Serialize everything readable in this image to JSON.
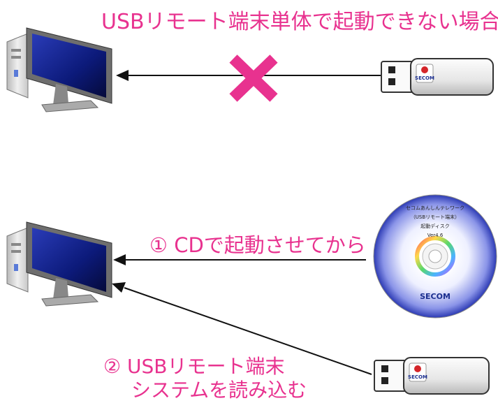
{
  "title": "USBリモート端末単体で起動できない場合",
  "step1_label": "① CDで起動させてから",
  "step2_label_line1": "② USBリモート端末",
  "step2_label_line2": "システムを読み込む",
  "cd": {
    "line1": "セコムあんしんテレワーク",
    "line2": "（USBリモート端末）",
    "line3": "起動ディスク",
    "version": "Ver4.6",
    "brand": "SECOM"
  },
  "usb_brand": "SECOM",
  "colors": {
    "accent": "#e8328f",
    "arrow": "#111111",
    "monitor_screen": "#0c1a7a"
  }
}
